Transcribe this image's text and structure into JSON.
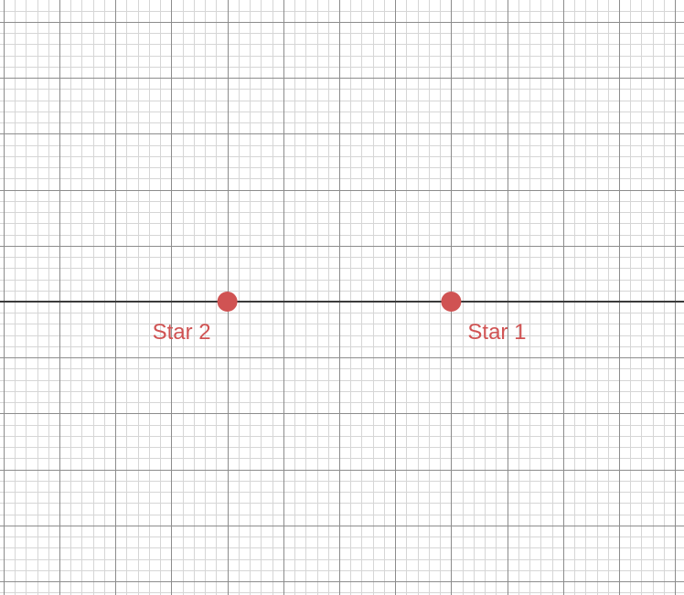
{
  "chart_data": {
    "type": "scatter",
    "title": "",
    "xlabel": "",
    "ylabel": "",
    "xlim": [
      -6.1,
      6.1
    ],
    "ylim": [
      -5.3,
      5.3
    ],
    "grid": true,
    "axes_visible": [
      "x"
    ],
    "points": [
      {
        "x": 2,
        "y": 0,
        "label": "Star 1",
        "label_position": "below-right"
      },
      {
        "x": -2,
        "y": 0,
        "label": "Star 2",
        "label_position": "below-left"
      }
    ],
    "point_color": "#d05353",
    "major_grid_color": "#8c8c8c",
    "minor_grid_color": "#d6d6d6",
    "axis_color": "#3a3a3a"
  }
}
